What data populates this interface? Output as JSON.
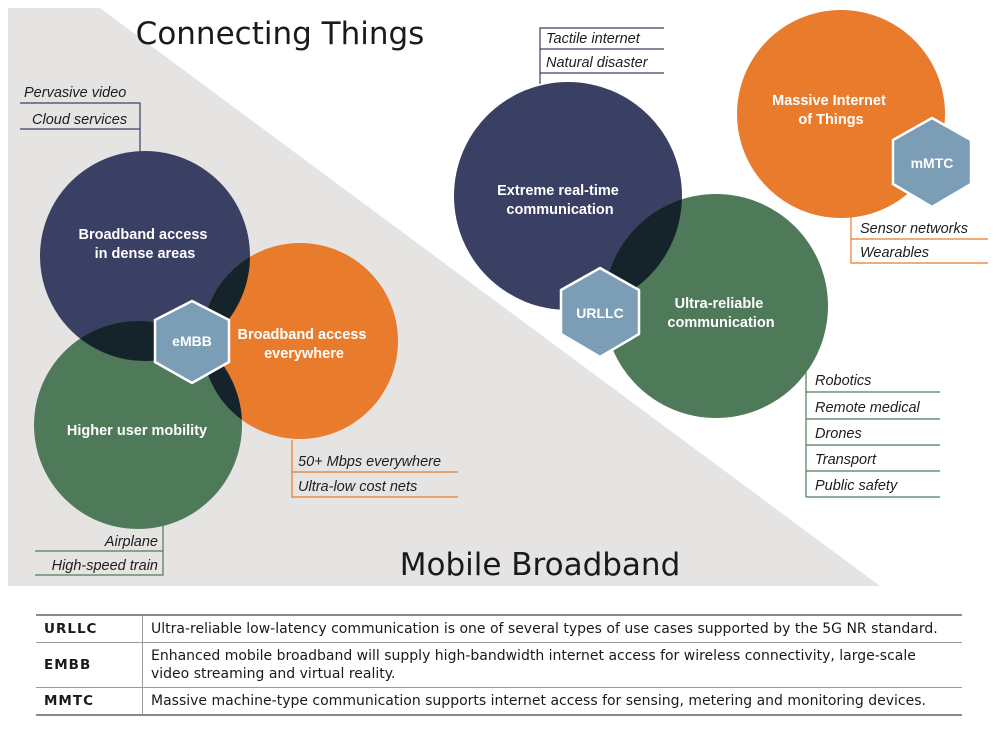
{
  "titles": {
    "top": "Connecting Things",
    "bottom": "Mobile Broadband"
  },
  "colors": {
    "navy": "#3a4064",
    "orange": "#e97b2c",
    "green": "#4f7a5a",
    "hexagon": "#7b9db5",
    "overlap": "#14242a",
    "triangle": "#e6e4e2"
  },
  "embb": {
    "hexagon": "eMBB",
    "circles": {
      "navy": [
        "Broadband access",
        "in dense areas"
      ],
      "orange": [
        "Broadband access",
        "everywhere"
      ],
      "green": [
        "Higher user mobility"
      ]
    },
    "callouts_top": [
      "Pervasive video",
      "Cloud services"
    ],
    "callouts_orange": [
      "50+ Mbps everywhere",
      "Ultra-low cost nets"
    ],
    "callouts_green": [
      "Airplane",
      "High-speed train"
    ]
  },
  "urllc": {
    "hexagon": "URLLC",
    "circles": {
      "navy": [
        "Extreme real-time",
        "communication"
      ],
      "green": [
        "Ultra-reliable",
        "communication"
      ]
    },
    "callouts_top": [
      "Tactile internet",
      "Natural disaster"
    ],
    "callouts_green": [
      "Robotics",
      "Remote medical",
      "Drones",
      "Transport",
      "Public safety"
    ]
  },
  "mmtc": {
    "hexagon": "mMTC",
    "circle": [
      "Massive Internet",
      "of Things"
    ],
    "callouts": [
      "Sensor networks",
      "Wearables"
    ]
  },
  "legend": [
    {
      "abbr": "URLLC",
      "text": "Ultra-reliable low-latency communication is one of several types of use cases supported by the 5G NR standard."
    },
    {
      "abbr": "EMBB",
      "text": "Enhanced mobile broadband will supply high-bandwidth internet access for wireless connectivity, large-scale video streaming and virtual reality."
    },
    {
      "abbr": "MMTC",
      "text": "Massive machine-type communication supports internet access for sensing, metering and monitoring devices."
    }
  ]
}
